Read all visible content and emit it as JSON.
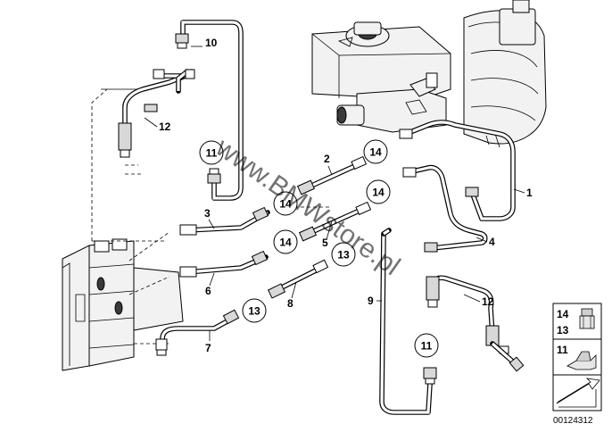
{
  "labels": {
    "n10": "10",
    "n12a": "12",
    "n2": "2",
    "n3": "3",
    "n5": "5",
    "n6": "6",
    "n7": "7",
    "n8": "8",
    "n1": "1",
    "n4": "4",
    "n9": "9",
    "n12b": "12"
  },
  "circled": {
    "c11a": "11",
    "c14a": "14",
    "c14b": "14",
    "c14c": "14",
    "c14d": "14",
    "c13a": "13",
    "c13b": "13",
    "c11b": "11"
  },
  "watermark": "www.BMWstore.pl",
  "legend": {
    "row1_num": "14",
    "row1_num2": "13",
    "row2_num": "11"
  },
  "part_code": "00124312"
}
